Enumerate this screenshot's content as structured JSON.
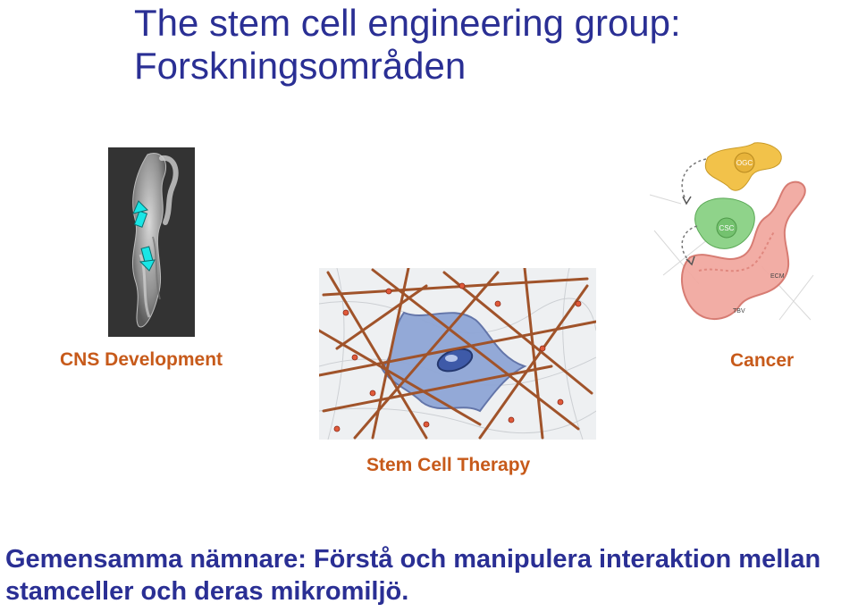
{
  "slide": {
    "title_line1": "The stem cell engineering group:",
    "title_line2": "Forskningsområden",
    "captions": {
      "cns": "CNS Development",
      "cancer": "Cancer",
      "therapy": "Stem Cell Therapy"
    },
    "figure_labels": {
      "ogc": "OGC",
      "csc": "CSC",
      "ecm": "ECM",
      "tbv": "TBV"
    },
    "footer_line1": "Gemensamma nämnare: Förstå och manipulera interaktion mellan",
    "footer_line2": "stamceller och deras mikromiljö."
  }
}
